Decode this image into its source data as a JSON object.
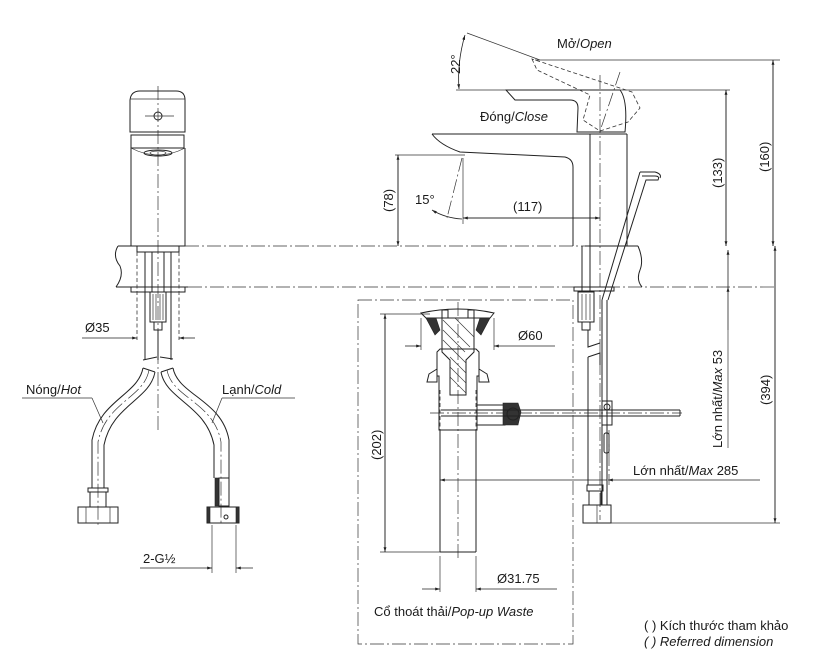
{
  "drawing": {
    "title": "Faucet installation dimension drawing",
    "views": [
      "front-view",
      "side-view",
      "pop-up-waste-detail"
    ]
  },
  "labels": {
    "open_vi": "Mở/",
    "open_en": "Open",
    "close_vi": "Đóng/",
    "close_en": "Close",
    "hot_vi": "Nóng/",
    "hot_en": "Hot",
    "cold_vi": "Lạnh/",
    "cold_en": "Cold",
    "waste_vi": "Cổ thoát thải/",
    "waste_en": "Pop-up Waste",
    "max_deck_vi": "Lớn nhất/",
    "max_deck_en": "Max",
    "max_deck_value": " 53",
    "max_hose_vi": "Lớn nhất/",
    "max_hose_en": "Max",
    "max_hose_value": " 285"
  },
  "dimensions": {
    "handle_angle": "22°",
    "spout_angle": "15°",
    "spout_height": "(78)",
    "spout_reach": "(117)",
    "handle_closed_height": "(133)",
    "handle_open_height": "(160)",
    "total_below_deck": "(394)",
    "hole_diameter": "Ø35",
    "waste_flange_diameter": "Ø60",
    "waste_length": "(202)",
    "waste_pipe_diameter": "Ø31.75",
    "hose_thread": "2-G½"
  },
  "legend": {
    "line1": "( ) Kích thước tham khảo",
    "line2": "( ) Referred dimension"
  }
}
